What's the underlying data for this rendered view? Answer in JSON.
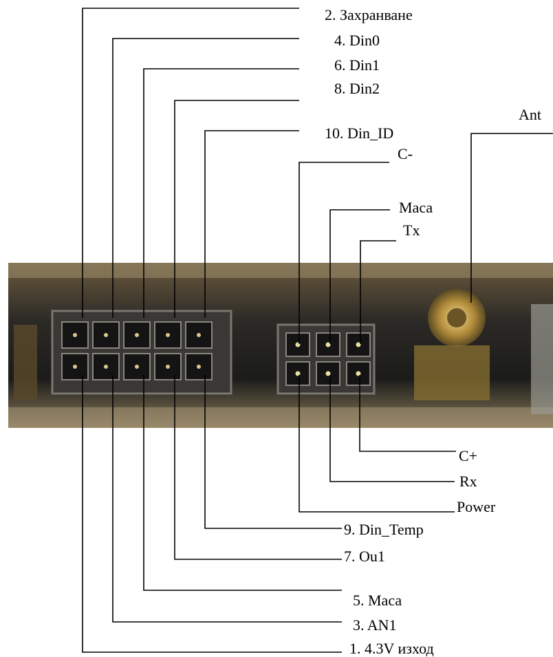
{
  "pins_top": [
    {
      "label": "2. Захранване"
    },
    {
      "label": "4. Din0"
    },
    {
      "label": "6. Din1"
    },
    {
      "label": "8. Din2"
    },
    {
      "label": "10. Din_ID"
    }
  ],
  "pins_small_top": [
    {
      "label": "C-"
    },
    {
      "label": "Маса"
    },
    {
      "label": "Tx"
    }
  ],
  "antenna": {
    "label": "Ant"
  },
  "pins_small_bottom": [
    {
      "label": "C+"
    },
    {
      "label": "Rx"
    },
    {
      "label": "Power"
    }
  ],
  "pins_bottom": [
    {
      "label": "9. Din_Temp"
    },
    {
      "label": "7. Ou1"
    },
    {
      "label": "5. Маса"
    },
    {
      "label": "3. AN1"
    },
    {
      "label": "1. 4.3V изход"
    }
  ]
}
